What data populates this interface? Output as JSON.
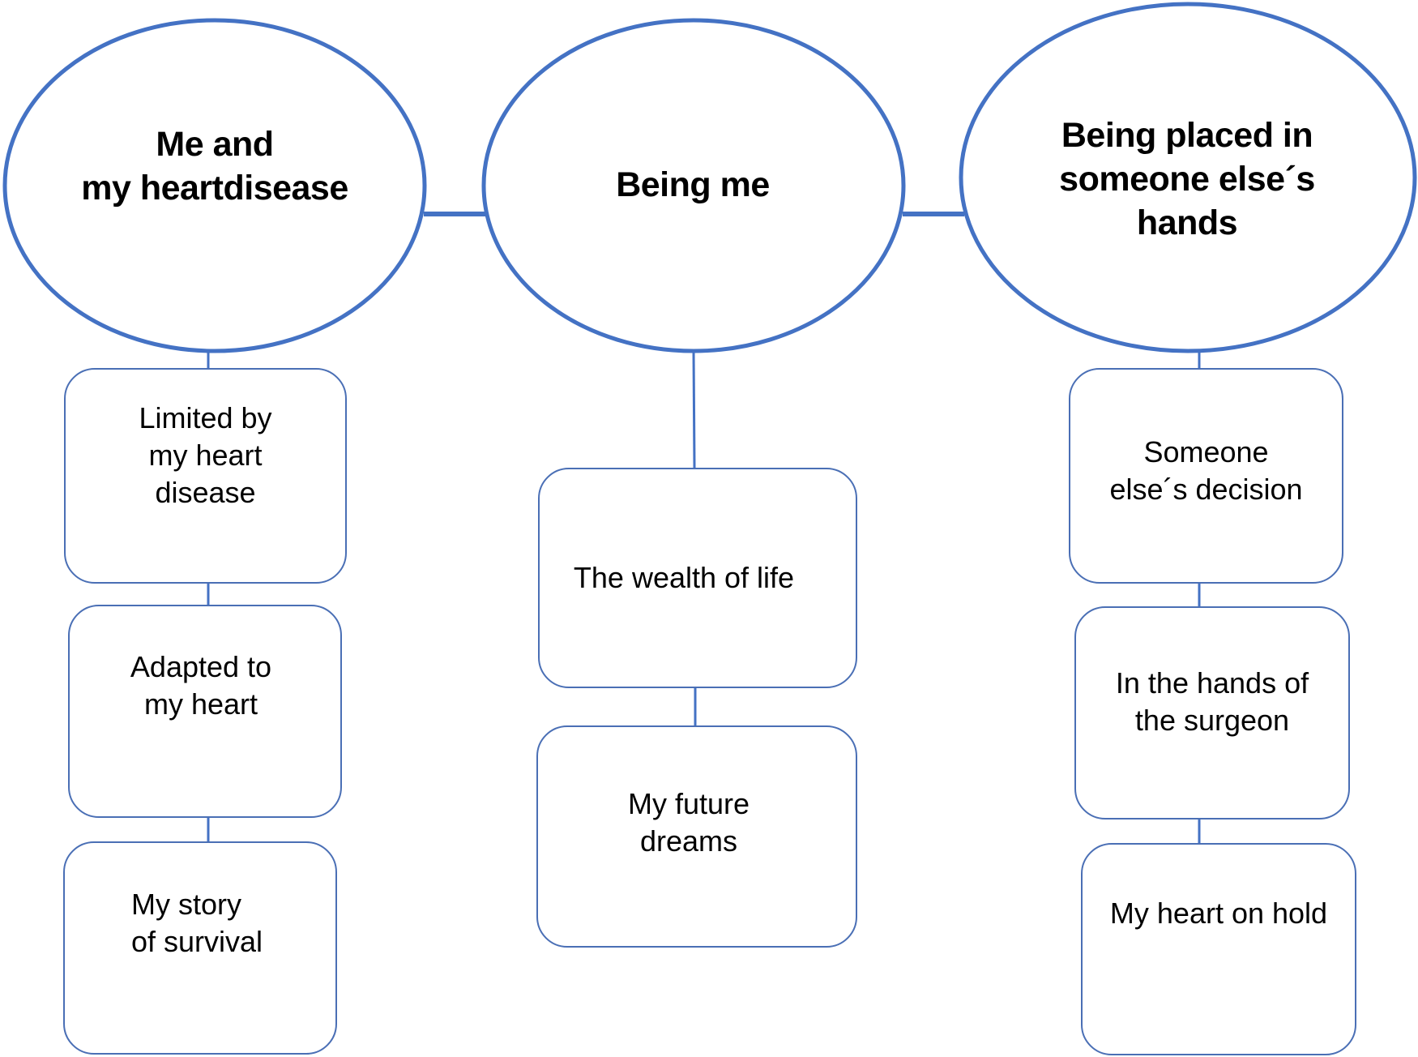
{
  "diagram": {
    "stroke_color": "#4472c4",
    "box_stroke_color": "#4a6fb5",
    "themes": [
      {
        "title": "Me and\nmy heartdisease",
        "subthemes": [
          "Limited by\nmy heart\ndisease",
          "Adapted to\nmy  heart",
          "My story\nof survival"
        ]
      },
      {
        "title": "Being me",
        "subthemes": [
          "The  wealth  of life",
          "My future\ndreams"
        ]
      },
      {
        "title": "Being placed in\nsomeone else´s\nhands",
        "subthemes": [
          "Someone\nelse´s decision",
          "In the hands of\nthe surgeon",
          "My heart on hold"
        ]
      }
    ]
  }
}
